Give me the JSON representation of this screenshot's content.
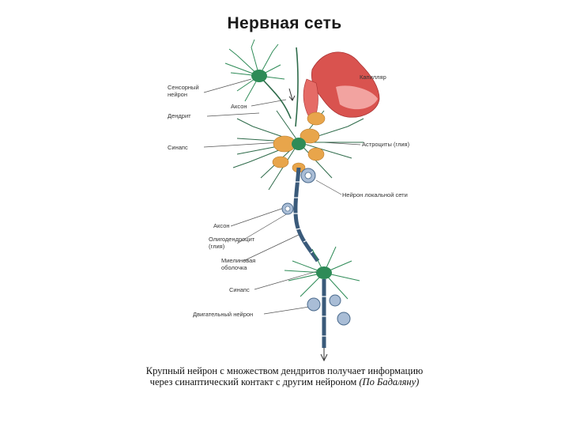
{
  "title": "Нервная сеть",
  "labels": {
    "sensory_neuron_line1": "Сенсорный",
    "sensory_neuron_line2": "нейрон",
    "axon_top": "Аксон",
    "dendrite": "Дендрит",
    "synapse_top": "Синапс",
    "capillary": "Капилляр",
    "astrocytes": "Астроциты (глия)",
    "local_neuron": "Нейрон локальной сети",
    "axon_mid": "Аксон",
    "oligodendrocyte_line1": "Олигодендроцит",
    "oligodendrocyte_line2": "(глия)",
    "myelin_line1": "Миелиновая",
    "myelin_line2": "оболочка",
    "synapse_bottom": "Синапс",
    "motor_neuron": "Двигательный нейрон"
  },
  "caption": {
    "line1": "Крупный нейрон с множеством дендритов получает информацию",
    "line2": "через синаптический контакт с другим нейроном",
    "source": "(По Бадаляну)"
  },
  "colors": {
    "neuron": "#2e8b57",
    "axon": "#3a5a7a",
    "myelin": "#4a6a8c",
    "capillary": "#d9534f",
    "astrocyte": "#e8a54b",
    "glia_blue": "#a9bdd6"
  }
}
